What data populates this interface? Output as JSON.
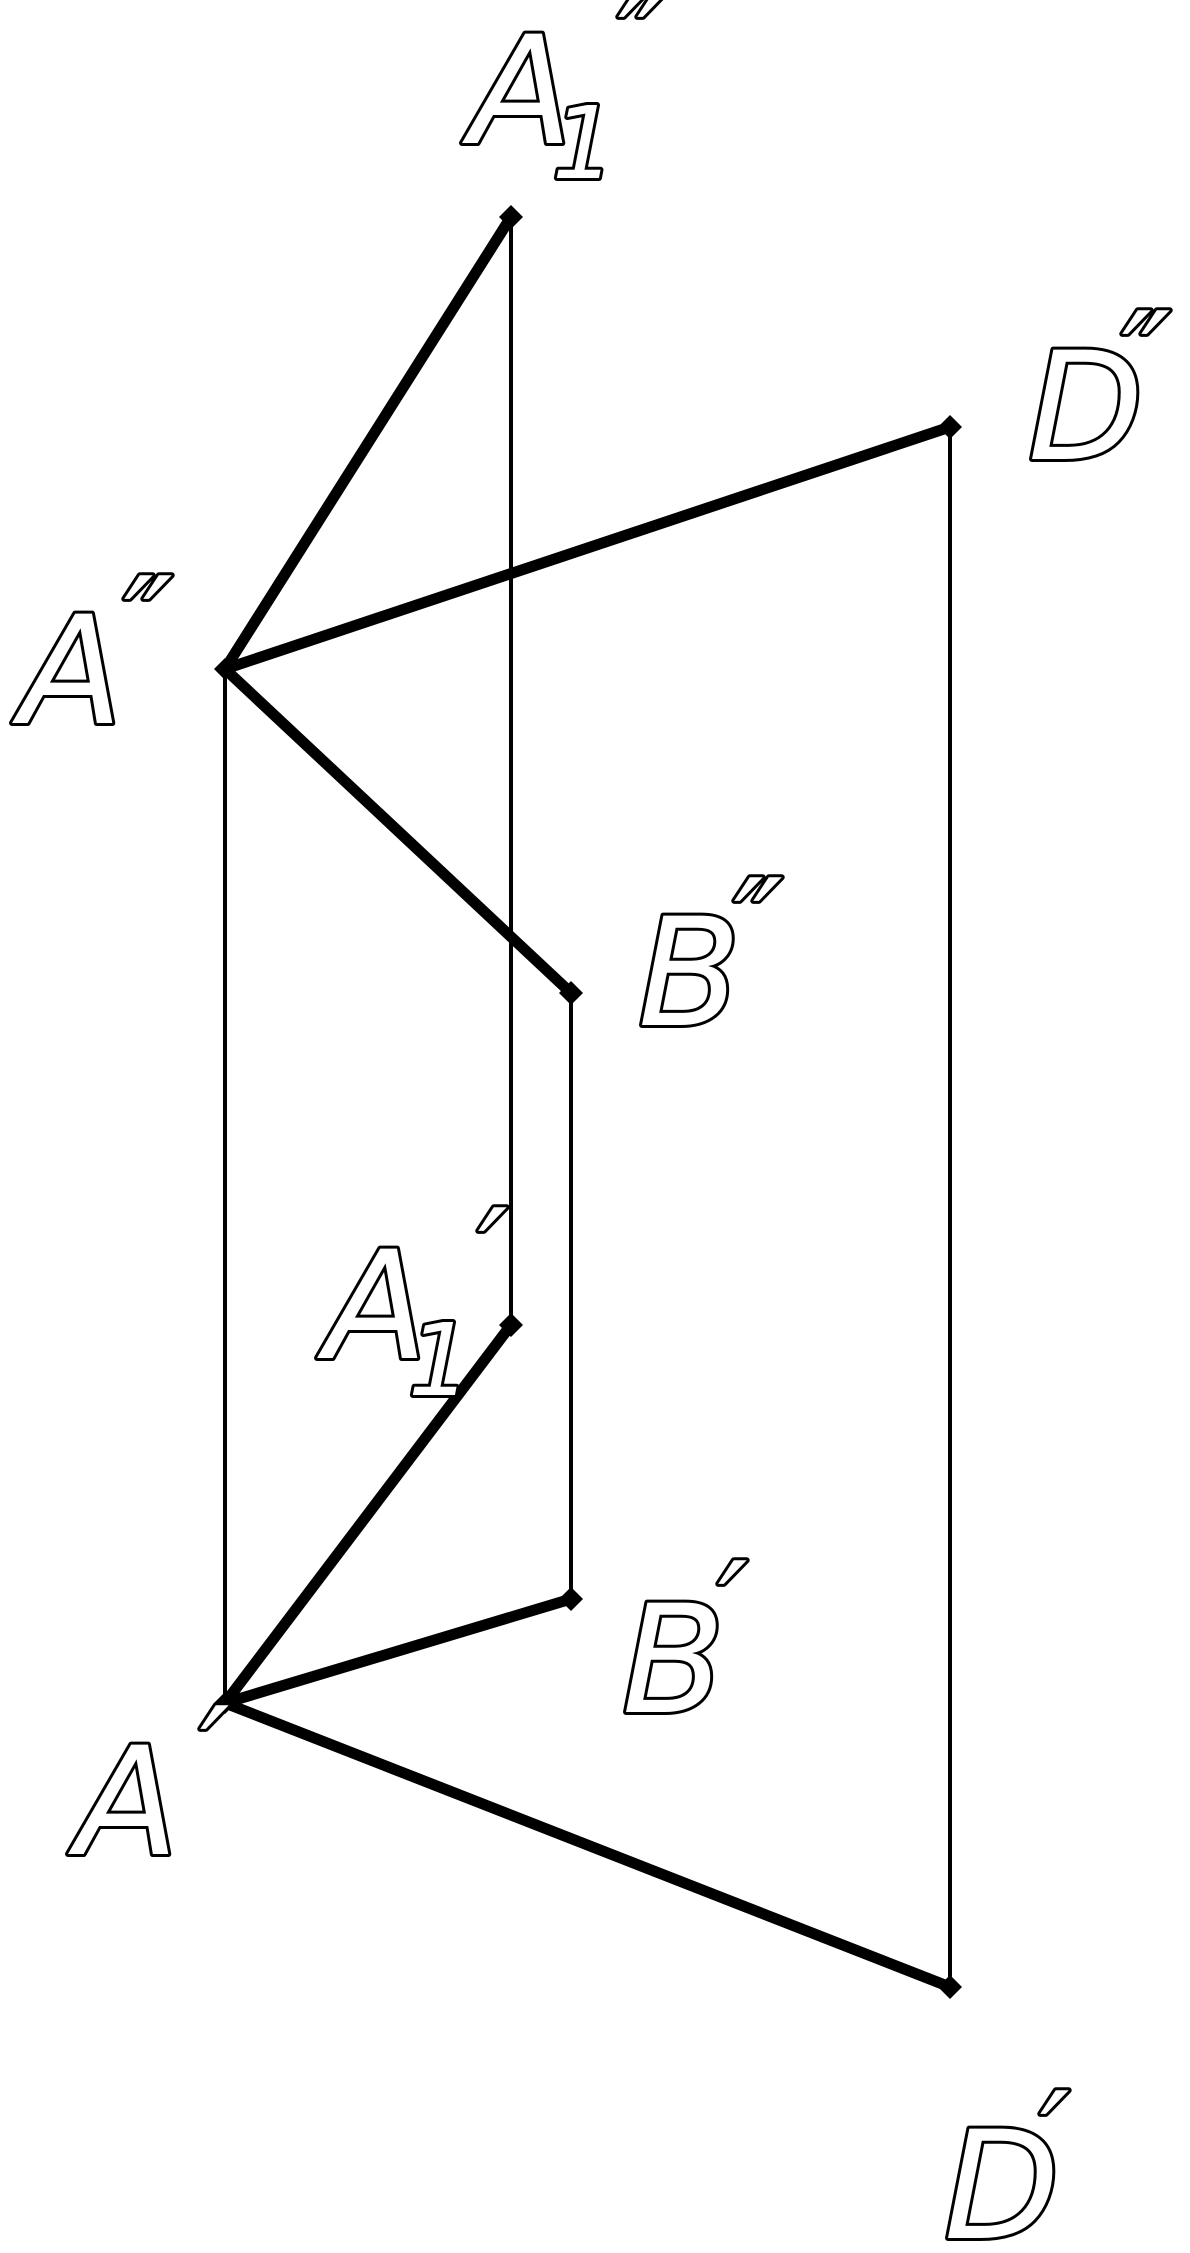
{
  "labels": {
    "a1_double": {
      "letter": "A",
      "sub": "1",
      "primes": "″"
    },
    "d_double": {
      "letter": "D",
      "primes": "″"
    },
    "a_double": {
      "letter": "A",
      "primes": "″"
    },
    "b_double": {
      "letter": "B",
      "primes": "″"
    },
    "a1_single": {
      "letter": "A",
      "sub": "1",
      "primes": "′"
    },
    "b_single": {
      "letter": "B",
      "primes": "′"
    },
    "a_single": {
      "letter": "A",
      "primes": "′"
    },
    "d_single": {
      "letter": "D",
      "primes": "′"
    }
  },
  "colors": {
    "line": "#000000",
    "background": "#ffffff"
  }
}
